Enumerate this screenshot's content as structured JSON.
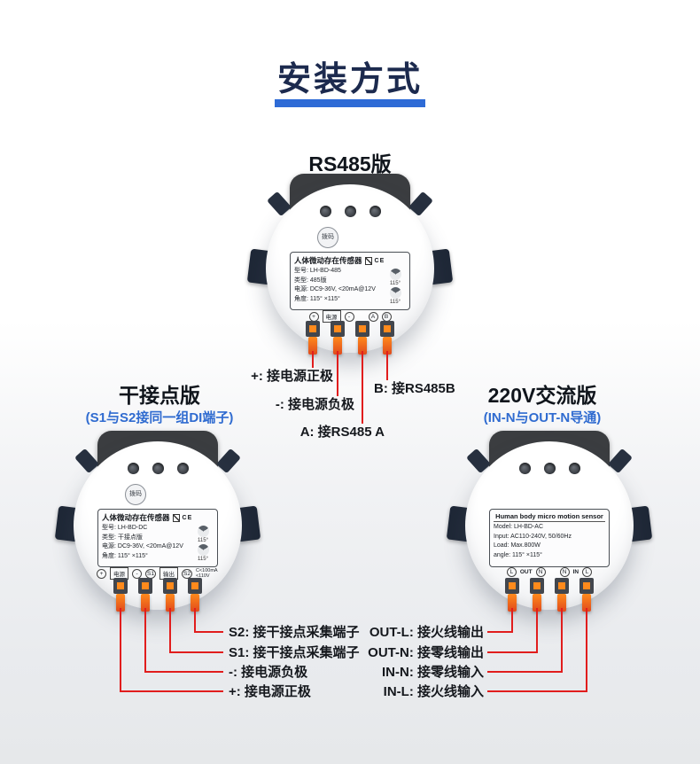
{
  "header": {
    "title": "安装方式"
  },
  "colors": {
    "accent_blue": "#2e6bd6",
    "subtitle_blue": "#2f6bd0",
    "annotation_red": "#e11d1d",
    "title_navy": "#1c2a4e",
    "terminal_orange": "#ff8a1c"
  },
  "rs485": {
    "title": "RS485版",
    "device": {
      "badge": "拨码",
      "panel_title": "人体微动存在传感器",
      "ce_mark": "CE",
      "lines": [
        "型号: LH-BD-485",
        "类型: 485版",
        "电源: DC9-36V, <20mA@12V",
        "角度: 115° ×115°"
      ],
      "angle_label": "115°",
      "ports": {
        "p1": "+",
        "p2": "电源",
        "p3": "-",
        "p4": "A",
        "p5": "B"
      }
    },
    "annotations": [
      "+: 接电源正极",
      "-: 接电源负极",
      "A: 接RS485 A",
      "B: 接RS485B"
    ]
  },
  "dry": {
    "title": "干接点版",
    "subtitle": "(S1与S2接同一组DI端子)",
    "device": {
      "badge": "拨码",
      "panel_title": "人体微动存在传感器",
      "ce_mark": "CE",
      "lines": [
        "型号: LH-BD-DC",
        "类型: 干接点版",
        "电源: DC9-36V, <20mA@12V",
        "角度: 115° ×115°"
      ],
      "angle_label": "115°",
      "ports": {
        "p1": "+",
        "p2": "电源",
        "p3": "-",
        "p4": "S1",
        "p5": "输出",
        "p6": "S2",
        "note": "C<100mA <110V"
      }
    },
    "annotations": [
      "S2: 接干接点采集端子",
      "S1: 接干接点采集端子",
      "-: 接电源负极",
      "+: 接电源正极"
    ]
  },
  "ac": {
    "title": "220V交流版",
    "subtitle": "(IN-N与OUT-N导通)",
    "device": {
      "panel_title": "Human body micro motion sensor",
      "lines": [
        "Model: LH-BD-AC",
        "Input: AC110-240V, 50/60Hz",
        "Load: Max.800W",
        "angle: 115° ×115°"
      ],
      "ports": {
        "p1": "L",
        "p2": "OUT",
        "p3": "N",
        "p4": "N",
        "p5": "IN",
        "p6": "L"
      }
    },
    "annotations": [
      "OUT-L: 接火线输出",
      "OUT-N: 接零线输出",
      "IN-N: 接零线输入",
      "IN-L: 接火线输入"
    ]
  }
}
